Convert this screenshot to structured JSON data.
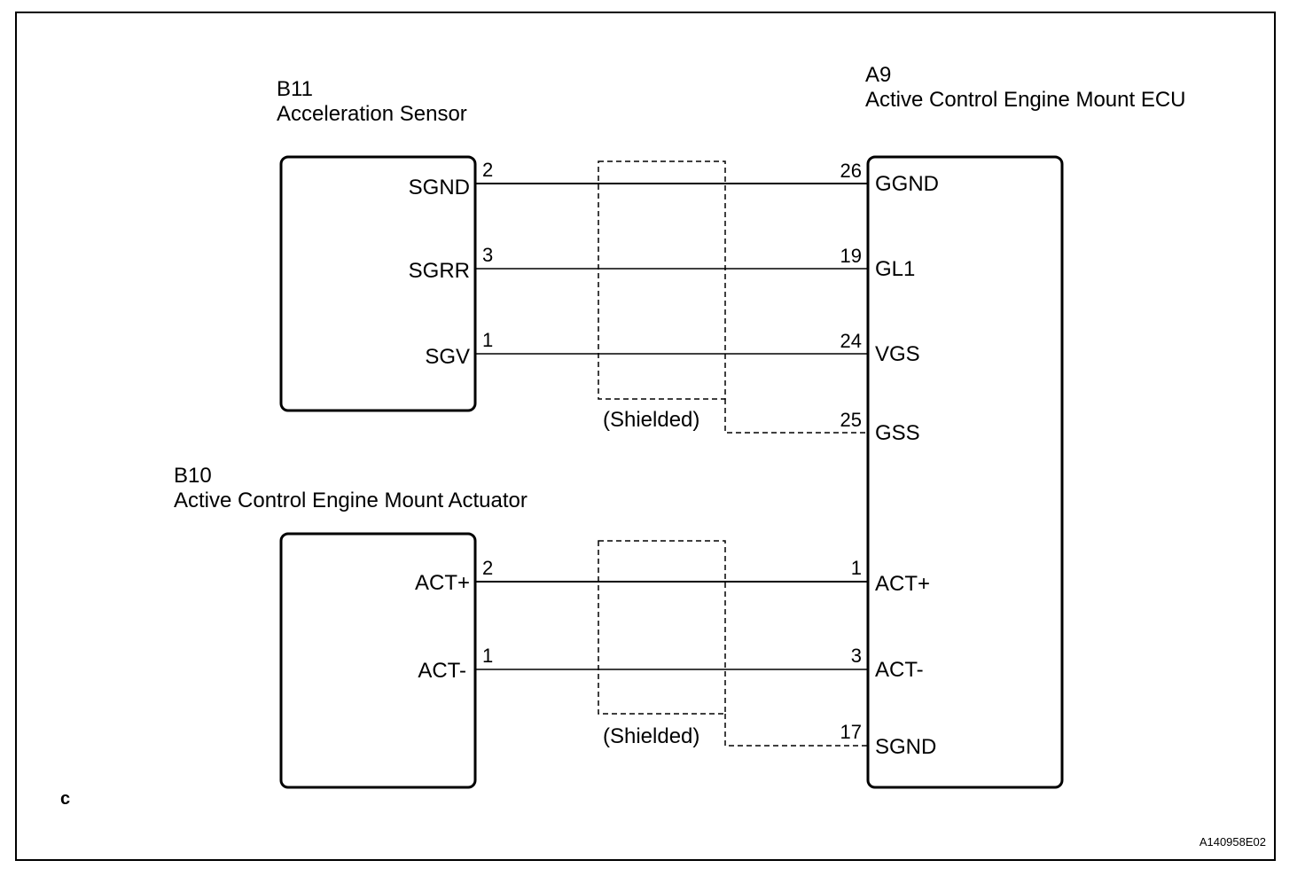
{
  "components": {
    "b11": {
      "code": "B11",
      "name": "Acceleration Sensor",
      "pins": [
        {
          "label": "SGND",
          "num": "2"
        },
        {
          "label": "SGRR",
          "num": "3"
        },
        {
          "label": "SGV",
          "num": "1"
        }
      ]
    },
    "b10": {
      "code": "B10",
      "name": "Active Control Engine Mount Actuator",
      "pins": [
        {
          "label": "ACT+",
          "num": "2"
        },
        {
          "label": "ACT-",
          "num": "1"
        }
      ]
    },
    "a9": {
      "code": "A9",
      "name": "Active Control Engine Mount ECU",
      "pins": [
        {
          "label": "GGND",
          "num": "26"
        },
        {
          "label": "GL1",
          "num": "19"
        },
        {
          "label": "VGS",
          "num": "24"
        },
        {
          "label": "GSS",
          "num": "25"
        },
        {
          "label": "ACT+",
          "num": "1"
        },
        {
          "label": "ACT-",
          "num": "3"
        },
        {
          "label": "SGND",
          "num": "17"
        }
      ]
    }
  },
  "shield_labels": [
    "(Shielded)",
    "(Shielded)"
  ],
  "corner_mark": "c",
  "figure_id": "A140958E02"
}
